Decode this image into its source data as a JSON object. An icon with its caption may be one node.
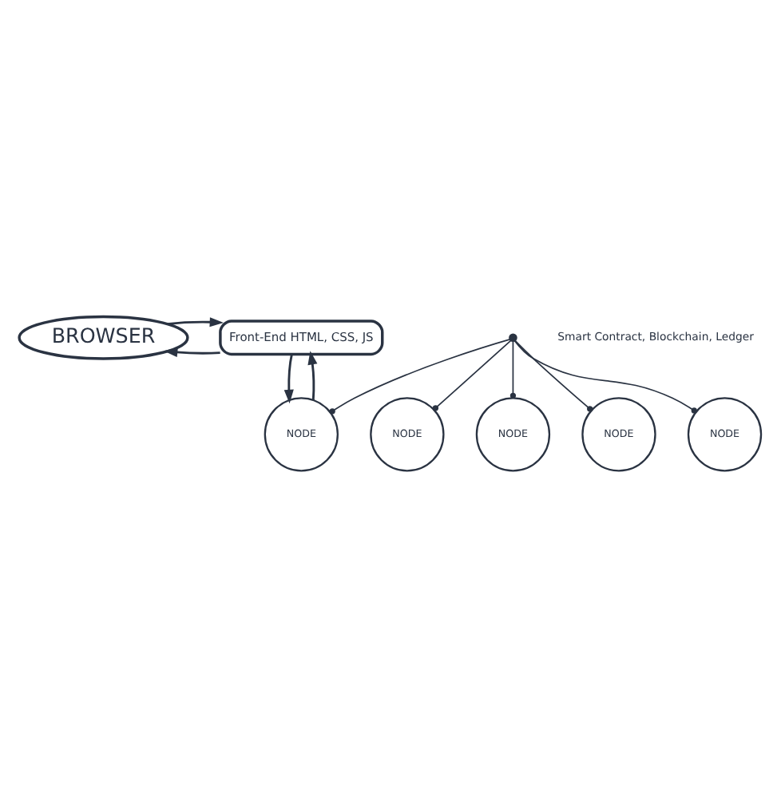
{
  "diagram": {
    "nodes": [
      {
        "text": [
          "BROWSER"
        ]
      },
      {
        "text": [
          "Front-End HTML, CSS, JS"
        ]
      },
      {
        "text": [
          "NODE"
        ]
      },
      {
        "text": [
          "NODE"
        ]
      },
      {
        "text": [
          "NODE"
        ]
      },
      {
        "text": [
          "NODE"
        ]
      },
      {
        "text": [
          "NODE"
        ]
      },
      {
        "text": [],
        "shape": "point"
      }
    ],
    "edges": [
      {
        "from": 1,
        "to": 0,
        "arrow": "to"
      },
      {
        "from": 0,
        "to": 1,
        "arrow": "to"
      },
      {
        "from": 1,
        "to": 4,
        "arrow": "to"
      },
      {
        "from": 4,
        "to": 1,
        "arrow": "to"
      },
      {
        "from": 7,
        "to": 2,
        "arrow": "other"
      },
      {
        "from": 7,
        "to": 3,
        "arrow": "other"
      },
      {
        "from": 7,
        "to": 4,
        "arrow": "other"
      },
      {
        "from": 7,
        "to": 5,
        "arrow": "other"
      },
      {
        "from": 7,
        "to": 6,
        "arrow": "other"
      }
    ],
    "labels": [
      "Smart Contract, Blockchain, Ledger"
    ]
  }
}
